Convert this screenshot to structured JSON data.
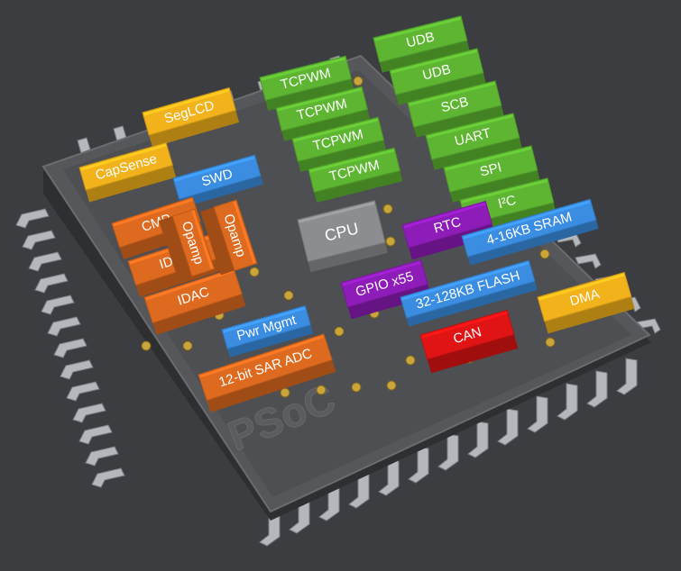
{
  "watermark": "PSoC",
  "colors": {
    "green": "#5db531",
    "orange": "#de6a1f",
    "yellow": "#f1b21b",
    "blue": "#3a8de0",
    "purple": "#8e1cb8",
    "red": "#e01414",
    "cpu": "#8b8d90",
    "chip": "#5a5c5f",
    "background": "#3b3d40"
  },
  "blocks": [
    {
      "label": "UDB",
      "color": "green"
    },
    {
      "label": "UDB",
      "color": "green"
    },
    {
      "label": "SCB",
      "color": "green"
    },
    {
      "label": "UART",
      "color": "green"
    },
    {
      "label": "SPI",
      "color": "green"
    },
    {
      "label": "I²C",
      "color": "green"
    },
    {
      "label": "TCPWM",
      "color": "green"
    },
    {
      "label": "TCPWM",
      "color": "green"
    },
    {
      "label": "TCPWM",
      "color": "green"
    },
    {
      "label": "TCPWM",
      "color": "green"
    },
    {
      "label": "SegLCD",
      "color": "yellow"
    },
    {
      "label": "CapSense",
      "color": "yellow"
    },
    {
      "label": "SWD",
      "color": "blue"
    },
    {
      "label": "CMP",
      "color": "orange"
    },
    {
      "label": "IDAC",
      "color": "orange"
    },
    {
      "label": "IDAC",
      "color": "orange"
    },
    {
      "label": "Opamp",
      "color": "orange"
    },
    {
      "label": "Opamp",
      "color": "orange"
    },
    {
      "label": "CPU",
      "color": "cpu"
    },
    {
      "label": "RTC",
      "color": "purple"
    },
    {
      "label": "4-16KB SRAM",
      "color": "blue"
    },
    {
      "label": "GPIO x55",
      "color": "purple"
    },
    {
      "label": "32-128KB FLASH",
      "color": "blue"
    },
    {
      "label": "DMA",
      "color": "yellow"
    },
    {
      "label": "CAN",
      "color": "red"
    },
    {
      "label": "Pwr Mgmt",
      "color": "blue"
    },
    {
      "label": "12-bit SAR ADC",
      "color": "orange"
    }
  ]
}
